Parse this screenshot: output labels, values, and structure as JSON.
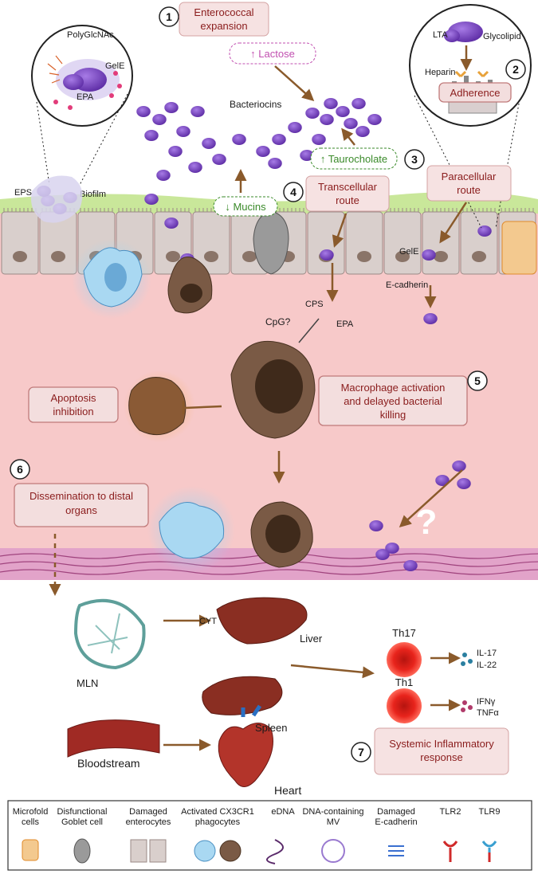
{
  "steps": [
    {
      "num": "1",
      "lines": [
        "Enterococcal",
        "expansion"
      ]
    },
    {
      "num": "2",
      "lines": [
        "Adherence"
      ]
    },
    {
      "num": "3",
      "lines": [
        "Paracellular",
        "route"
      ]
    },
    {
      "num": "4",
      "lines": [
        "Transcellular",
        "route"
      ]
    },
    {
      "num": "5",
      "lines": [
        "Macrophage activation",
        "and delayed bacterial",
        "killing"
      ]
    },
    {
      "num": "6",
      "lines": [
        "Dissemination to distal",
        "organs"
      ]
    },
    {
      "num": "7",
      "lines": [
        "Systemic Inflammatory",
        "response"
      ]
    }
  ],
  "apoptosis": [
    "Apoptosis",
    "inhibition"
  ],
  "biofilm_inset": {
    "polyglcnac": "PolyGlcNAc",
    "gele": "GelE",
    "epa": "EPA"
  },
  "adherence_inset": {
    "lta": "LTA",
    "glycolipid": "Glycolipid",
    "heparin": "Heparin"
  },
  "lumen": {
    "lactose": "↑ Lactose",
    "bacteriocins": "Bacteriocins",
    "taurocholate": "↑ Taurocholate",
    "mucins": "↓ Mucins",
    "eps": "EPS",
    "biofilm": "Biofilm"
  },
  "tissue": {
    "gele": "GelE",
    "ecadherin": "E-cadherin",
    "cps": "CPS",
    "epa": "EPA",
    "cpg": "CpG?",
    "question": "?"
  },
  "organs": {
    "cyt": "CYT",
    "liver": "Liver",
    "mln": "MLN",
    "spleen": "Spleen",
    "bloodstream": "Bloodstream",
    "heart": "Heart"
  },
  "tcells": [
    {
      "name": "Th17",
      "cytokines": [
        "IL-17",
        "IL-22"
      ]
    },
    {
      "name": "Th1",
      "cytokines": [
        "IFNγ",
        "TNFα"
      ]
    }
  ],
  "legend": [
    [
      "Microfold",
      "cells"
    ],
    [
      "Disfunctional",
      "Goblet cell"
    ],
    [
      "Damaged",
      "enterocytes"
    ],
    [
      "Activated CX3CR1",
      "phagocytes"
    ],
    [
      "eDNA"
    ],
    [
      "DNA-containing",
      "MV"
    ],
    [
      "Damaged",
      "E-cadherin"
    ],
    [
      "TLR2"
    ],
    [
      "TLR9"
    ]
  ],
  "colors": {
    "bacteria": "#7a3fc4",
    "tissue": "#f7c9c9",
    "mucus": "#c9e79a",
    "box_fill": "#f3dede",
    "box_border": "#c07a7a",
    "box_text": "#8a1c1c",
    "arrow": "#8a5a2b",
    "tcell": "#e0201c"
  }
}
